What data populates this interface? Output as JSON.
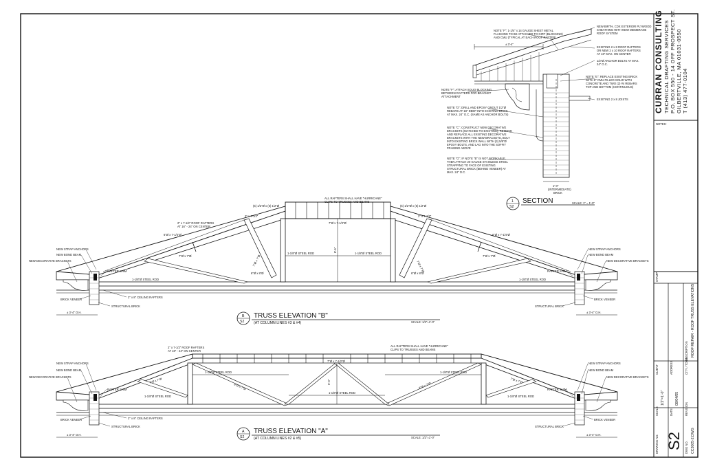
{
  "section": {
    "notes": [
      [
        "NOTE \"F\": 1-1/4\" x 14 GAUGE SHEET METAL",
        "FLASHING TO BE ATTACHED TO GIRT (BLOCKING)",
        "AND CMU (TYPICAL AT EACH ROOF RAFTER)"
      ],
      [
        "NEW BIRTH, CDX EXTERIOR PLYWOOD",
        "SHEATHING WITH NEW MEMBRANE",
        "ROOF SYSTEM"
      ],
      [
        "EXISTING 2 x 8 ROOF RAFTERS",
        "OR NEW 2 x 10 ROOF RAFTERS",
        "AT 16\" MAX. ON CENTER"
      ],
      [
        "1/2\"Ø ANCHOR BOLTS AT MAX.",
        "24\" O.C."
      ],
      [
        "NOTE \"E\": REPLACE EXISTING BRICK",
        "WITH 8\" CMU FILLED SOLID WITH",
        "CONCRETE AND TWO (2) #4 REBARS",
        "TOP AND BOTTOM (CONTINUOUS)"
      ],
      [
        "EXISTING 2 x 8 JOISTS"
      ],
      [
        "NOTE \"F\": ATTACH SOLID BLOCKING",
        "BETWEEN RAFTERS FOR BRACKET",
        "ATTACHMENT"
      ],
      [
        "NOTE \"D\": DRILL AND EPOXY GROUT 1/2\"Ø",
        "REBARS AT 18\" DEEP INTO EXISTING BRICK",
        "AT MAX. 24\" O.C. (SAME AS ANCHOR BOLTS)"
      ],
      [
        "NOTE \"C\": CONSTRUCT NEW DECORATIVE",
        "BRACKETS (MATCHED TO EXISTING), REMOVE",
        "AND REPLACE ALL EXISTING DECORATIVE",
        "BRACKETS WITH THE NEW BRACKETS, BOLT",
        "INTO EXISTING BRICK WALL WITH (3) 5/8\"Ø",
        "EPOXY BOLTS, AND LAG INTO THE SOFFIT",
        "FRAMING ABOVE"
      ],
      [
        "NOTE \"G\": IF NOTE \"B\" IS NOT WORKABLE,",
        "THEN ATTACH 20 GAUGE STAINLESS STEEL",
        "STRAPPING TO FACE OF EXISTING",
        "STRUCTURAL BRICK (BEHIND VENEER) AT",
        "MAX. 24\" O.C."
      ]
    ],
    "dim_top": "± 3'-4\"",
    "wall_label": [
      "1'-0\"",
      "(INTERMEDIATE)",
      "BRICK"
    ],
    "title": "SECTION",
    "circle_num": "1",
    "circle_sheet": "S2",
    "scale": "SCALE: 1\" = 1'-0\""
  },
  "truss_b": {
    "top_notes": {
      "hurricane": [
        "ALL RAFTERS SHALL HAVE \"HURRICANE\"",
        "CLIPS TO TRUSSES AND BEAMS"
      ],
      "tl": "(5) 1/2\"Ø x (5) 1/2\"Ø",
      "tr": "(5) 1/2\"Ø x (5) 1/2\"Ø",
      "rafter_l": [
        "2\" x 7-1/2\" ROOF RAFTERS",
        "AT 16\" - 24\" ON CENTER"
      ],
      "rafter_r": "2\" x 7-1/2\"",
      "rafter_l2": "2\" x 7-1/2\"",
      "lath_l": "6\"Ø x 7-1/4\"Ø",
      "lath_r": "6\"Ø x 7-1/4\"Ø",
      "member": "7\"Ø x 7-1/2\"Ø",
      "web_l": "7\"Ø x 7\"Ø",
      "web_r": "7\"Ø x 7\"Ø",
      "diag_l": "7\"Ø x 7\"Ø",
      "diag_r": "7\"Ø x 7\"Ø",
      "post_l": "6\"Ø x 8\"Ø",
      "post_r": "6\"Ø x 8\"Ø",
      "rod1": "1-1/8\"Ø STEEL ROD",
      "rod2": "1-1/8\"Ø STEEL ROD",
      "rod3": "1-1/8\"Ø STEEL ROD",
      "rod4": "1-1/8\"Ø STEEL ROD",
      "height": "8'-6\""
    },
    "left": [
      "NEW STRAP ANCHORS",
      "NEW BOND BEAM",
      "NEW DECORATIVE BRACKETS",
      "RAFTER SHIM",
      "BRICK VENEER",
      "STRUCTURAL BRICK",
      "2\" x 8\" CEILING RAFTERS"
    ],
    "right": [
      "NEW STRAP ANCHORS",
      "NEW BOND BEAM",
      "NEW DECORATIVE BRACKETS",
      "RAFTER SHIM",
      "BRICK VENEER",
      "STRUCTURAL BRICK"
    ],
    "dim_l": "± 3'-4\" O.H.",
    "dim_r": "± 3'-4\" O.H.",
    "title": "TRUSS ELEVATION \"B\"",
    "subtitle": "(AT COLUMN LINES #3 & #4)",
    "circle_num": "B",
    "circle_sheet": "S2",
    "scale": "SCALE: 1/2\"=1'-0\""
  },
  "truss_a": {
    "rafters": [
      "2\" x 7-1/2\" ROOF RAFTERS",
      "AT 16\" - 24\" ON CENTER"
    ],
    "hurricane": [
      "ALL RAFTERS SHALL HAVE \"HURRICANE\"",
      "CLIPS TO TRUSSES AND BEAMS"
    ],
    "member": "7\"Ø x 7-1/2\"Ø",
    "web_l": "7\"Ø x 7\"Ø",
    "web_r": "7\"Ø x 7\"Ø",
    "diag_l": "8\"Ø x 7\"Ø",
    "diag_r": "8\"Ø x 7\"Ø",
    "rod1": "1-1/8\"Ø STEEL ROD",
    "rod2": "1-1/8\"Ø STEEL ROD",
    "rod3": "1-1/8\"Ø STEEL ROD",
    "rod4": "1-1/8\"Ø STEEL ROD",
    "rod5": "1-1/8\"Ø STEEL ROD",
    "height": "6'-0\"",
    "left": [
      "NEW STRAP ANCHORS",
      "NEW BOND BEAM",
      "NEW DECORATIVE BRACKETS",
      "RAFTER SHIM",
      "BRICK VENEER",
      "STRUCTURAL BRICK",
      "2\" x 8\" CEILING RAFTERS"
    ],
    "right": [
      "NEW STRAP ANCHORS",
      "NEW BOND BEAM",
      "NEW DECORATIVE BRACKETS",
      "RAFTER SHIM",
      "BRICK VENEER",
      "STRUCTURAL BRICK"
    ],
    "dim_l": "± 3'-4\" O.H.",
    "dim_r": "± 3'-4\" O.H.",
    "title": "TRUSS ELEVATION \"A\"",
    "subtitle": "(AT COLUMN LINES #2 & #5)",
    "circle_num": "A",
    "circle_sheet": "S2",
    "scale": "SCALE: 1/2\"=1'-0\""
  },
  "title_block": {
    "company": "CURRAN CONSULTING",
    "lines": [
      "TECHNICAL DRAFTING SERVICES",
      "P.O. BOX 550 - 14 OFF PROSPECT ST.",
      "GILBERTVILLE, MA 01031-0550",
      "T (413) 477-0104"
    ],
    "notes_label": "NOTES:",
    "stamp_label": "STAMP:",
    "client_label": "CLIENT",
    "address_label": "ADDRESS",
    "city_label": "CITY / TOWN",
    "scale_label": "SCALE",
    "scale_value": "1/2\"=1'-0\"",
    "date_label": "DATE",
    "date_value": "08/04/05",
    "revision_label": "REVISION",
    "description_label": "DESCRIPTION",
    "description_value": "ROOF REPAIR - ROOF TRUSS ELEVATIONS",
    "dwg_label": "DWG NO.",
    "dwg_value": "CC2005-2.DWG",
    "sheet_label": "DRAWING NO.",
    "sheet_no": "S2"
  },
  "colors": {
    "ink": "#111111",
    "paper": "#ffffff",
    "hatch": "#666666"
  }
}
